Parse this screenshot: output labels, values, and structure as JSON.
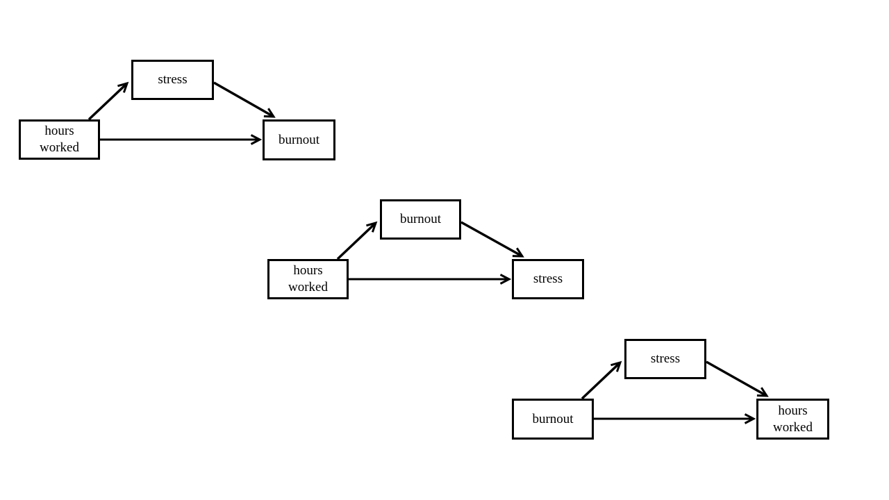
{
  "colors": {
    "ink": "#000000",
    "background": "#ffffff"
  },
  "diagrams": [
    {
      "nodes": {
        "source": {
          "label": "hours\nworked"
        },
        "mediator": {
          "label": "stress"
        },
        "outcome": {
          "label": "burnout"
        }
      },
      "edges": [
        {
          "from": "hours worked",
          "to": "stress"
        },
        {
          "from": "stress",
          "to": "burnout"
        },
        {
          "from": "hours worked",
          "to": "burnout"
        }
      ]
    },
    {
      "nodes": {
        "source": {
          "label": "hours\nworked"
        },
        "mediator": {
          "label": "burnout"
        },
        "outcome": {
          "label": "stress"
        }
      },
      "edges": [
        {
          "from": "hours worked",
          "to": "burnout"
        },
        {
          "from": "burnout",
          "to": "stress"
        },
        {
          "from": "hours worked",
          "to": "stress"
        }
      ]
    },
    {
      "nodes": {
        "source": {
          "label": "burnout"
        },
        "mediator": {
          "label": "stress"
        },
        "outcome": {
          "label": "hours\nworked"
        }
      },
      "edges": [
        {
          "from": "burnout",
          "to": "stress"
        },
        {
          "from": "stress",
          "to": "hours worked"
        },
        {
          "from": "burnout",
          "to": "hours worked"
        }
      ]
    }
  ]
}
